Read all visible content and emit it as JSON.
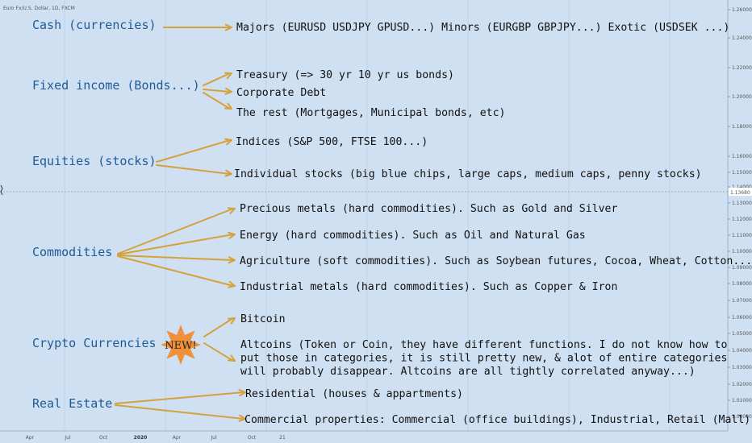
{
  "chart_data": {
    "type": "line",
    "title": "Euro Fx/U.S. Dollar, 1D, FXCM",
    "y_ticks": [
      "1.26000",
      "1.24000",
      "1.22000",
      "1.20000",
      "1.18000",
      "1.16000",
      "1.15000",
      "1.14000",
      "1.13000",
      "1.12000",
      "1.11000",
      "1.10000",
      "1.09000",
      "1.08000",
      "1.07000",
      "1.06000",
      "1.05000",
      "1.04000",
      "1.03000",
      "1.02000",
      "1.01000",
      "1.00000"
    ],
    "current_price": "1.13680",
    "x_ticks": [
      "Apr",
      "Jul",
      "Oct",
      "2020",
      "Apr",
      "Jul",
      "Oct",
      "21"
    ],
    "grid": true,
    "series": []
  },
  "mindmap": {
    "categories": [
      {
        "label": "Cash (currencies)",
        "items": [
          {
            "text": "Majors (EURUSD USDJPY GPUSD...) Minors (EURGBP GBPJPY...) Exotic (USDSEK ...)"
          }
        ]
      },
      {
        "label": "Fixed income (Bonds...)",
        "items": [
          {
            "text": "Treasury (=> 30 yr 10 yr us bonds)"
          },
          {
            "text": "Corporate Debt"
          },
          {
            "text": "The rest (Mortgages, Municipal bonds, etc)"
          }
        ]
      },
      {
        "label": "Equities (stocks)",
        "items": [
          {
            "text": "Indices (S&P 500, FTSE 100...)"
          },
          {
            "text": "Individual stocks (big blue chips, large caps, medium caps, penny stocks)"
          }
        ]
      },
      {
        "label": "Commodities",
        "items": [
          {
            "text": "Precious metals (hard commodities). Such as Gold and Silver"
          },
          {
            "text": "Energy (hard commodities). Such as Oil and Natural Gas"
          },
          {
            "text": "Agriculture (soft commodities). Such as Soybean futures, Cocoa, Wheat, Cotton..."
          },
          {
            "text": "Industrial metals (hard commodities). Such as Copper & Iron"
          }
        ]
      },
      {
        "label": "Crypto Currencies",
        "badge": "NEW!",
        "items": [
          {
            "text": "Bitcoin"
          },
          {
            "lines": [
              "Altcoins (Token or Coin, they have different functions. I do not know how to",
              "put those in categories, it is still pretty new, & alot of entire categories",
              "will probably disappear. Altcoins are all tightly correlated anyway...)"
            ]
          }
        ]
      },
      {
        "label": "Real Estate",
        "items": [
          {
            "text": "Residential (houses & appartments)"
          },
          {
            "text": "Commercial properties: Commercial (office buildings), Industrial, Retail (Mall)"
          }
        ]
      }
    ]
  },
  "colors": {
    "background": "#cfe0f2",
    "category": "#1f5a96",
    "arrow": "#d4a23a",
    "badge": "#f0913a",
    "text": "#111111",
    "price_line": "#7a7a7a"
  }
}
